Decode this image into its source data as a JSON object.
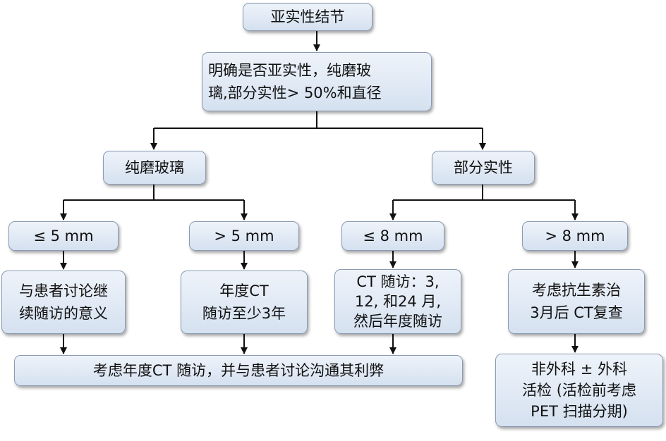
{
  "nodes": {
    "root": "亚实性结节",
    "assess": "明确是否亚实性，纯磨玻\n璃,部分实性> 50%和直径",
    "pure_ggo": "纯磨玻璃",
    "part_solid": "部分实性",
    "ggo_le5": "≤ 5 mm",
    "ggo_gt5": "> 5 mm",
    "ps_le8": "≤ 8 mm",
    "ps_gt8": "> 8 mm",
    "discuss": "与患者讨论继\n续随访的意义",
    "annual_ct": "年度CT\n随访至少3年",
    "ct_followup": "CT 随访：3,\n12, 和24 月,\n然后年度随访",
    "antibiotics": "考虑抗生素治\n3月后 CT复查",
    "combined": "考虑年度CT 随访，并与患者讨论沟通其利弊",
    "biopsy": "非外科 ± 外科\n活检 (活检前考虑\nPET 扫描分期)"
  },
  "colors": {
    "box_top": "#eef3fa",
    "box_bottom": "#d5e1f0",
    "box_border": "#8a9bb3",
    "line": "#111111"
  }
}
